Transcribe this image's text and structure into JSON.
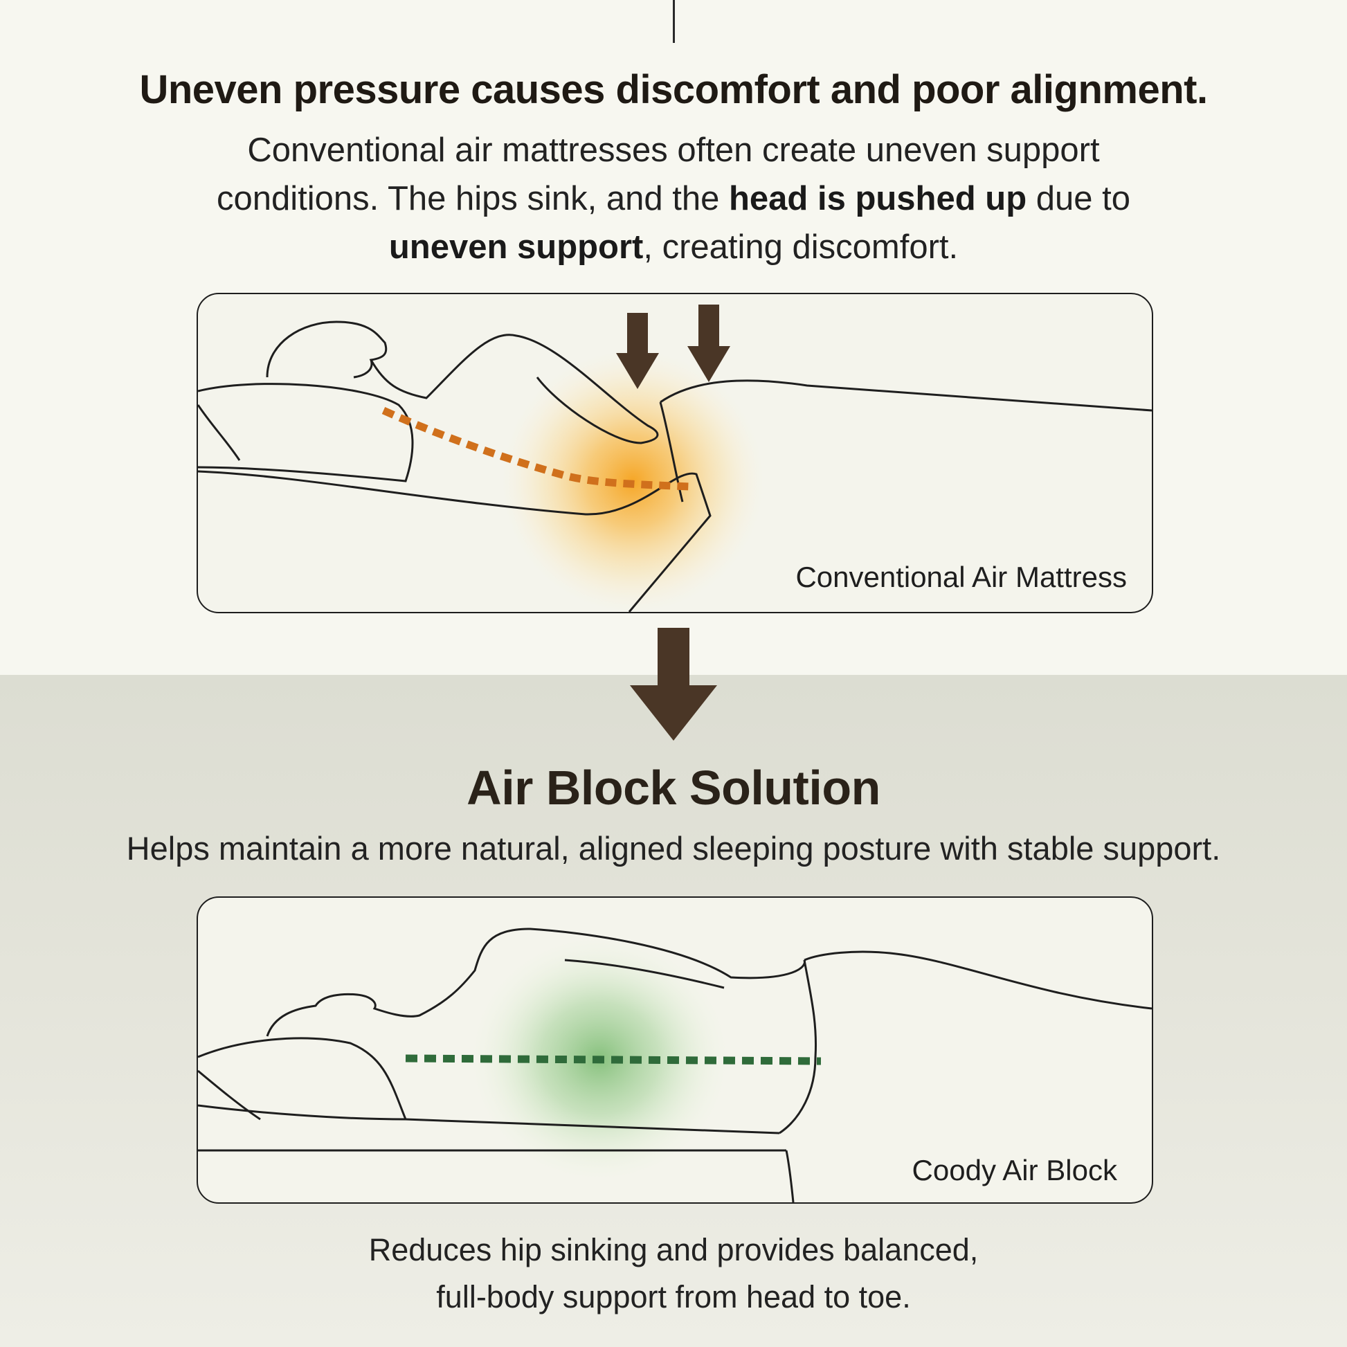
{
  "problem": {
    "headline": "Uneven pressure causes discomfort and poor alignment.",
    "body": {
      "line1": "Conventional air mattresses often create uneven support",
      "line2_start": "conditions. The hips sink, and the ",
      "line2_bold": "head is pushed up",
      "line2_end": " due to",
      "line3_bold": "uneven support",
      "line3_end": ", creating discomfort."
    }
  },
  "conventional_panel": {
    "label": "Conventional Air Mattress",
    "glow_color": "#f5a623",
    "spine_color": "#d0701c"
  },
  "solution": {
    "title": "Air Block Solution",
    "subtitle": "Helps maintain a more natural, aligned sleeping posture with stable support."
  },
  "air_block_panel": {
    "label": "Coody Air Block",
    "glow_color": "#7cc072",
    "spine_color": "#2f6b3a"
  },
  "footer": {
    "line1": "Reduces hip sinking and provides balanced,",
    "line2": "full-body support from head to toe."
  },
  "colors": {
    "arrow": "#4a3626",
    "outline": "#1e1e1e"
  }
}
